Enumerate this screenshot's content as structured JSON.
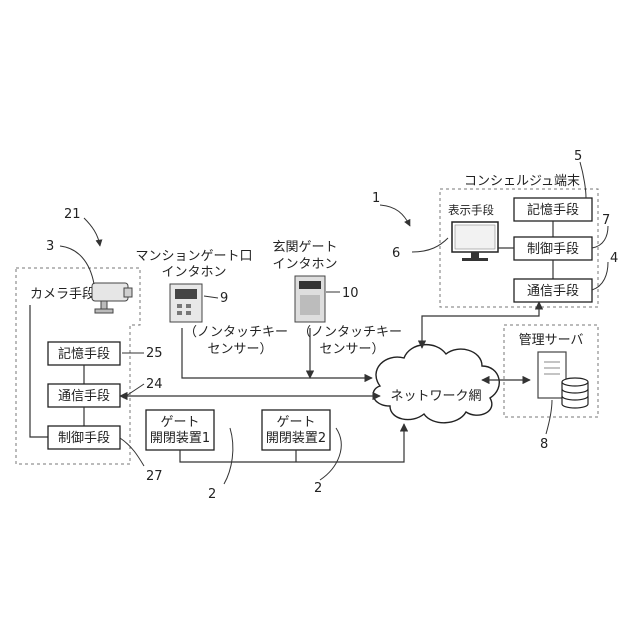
{
  "diagram": {
    "refs": {
      "system": "1",
      "gate_device": "2",
      "camera": "3",
      "comm_right": "4",
      "storage_right": "5",
      "display": "6",
      "control_right": "7",
      "server": "8",
      "mansion_intercom": "9",
      "entrance_intercom": "10",
      "camera_group": "21",
      "comm_left": "24",
      "storage_left": "25",
      "control_left": "27"
    },
    "camera_group": {
      "title": "カメラ手段",
      "storage": "記憶手段",
      "comm": "通信手段",
      "control": "制御手段"
    },
    "mansion_intercom": {
      "line1": "マンションゲート口",
      "line2": "インタホン",
      "sensor1": "（ノンタッチキー",
      "sensor2": "センサー）"
    },
    "entrance_intercom": {
      "line1": "玄関ゲート",
      "line2": "インタホン",
      "sensor1": "（ノンタッチキー",
      "sensor2": "センサー）"
    },
    "concierge": {
      "title": "コンシェルジュ端末",
      "display": "表示手段",
      "storage": "記憶手段",
      "control": "制御手段",
      "comm": "通信手段"
    },
    "server": {
      "title": "管理サーバ"
    },
    "network": {
      "label": "ネットワーク網"
    },
    "gate1": {
      "line1": "ゲート",
      "line2": "開閉装置1"
    },
    "gate2": {
      "line1": "ゲート",
      "line2": "開閉装置2"
    }
  }
}
